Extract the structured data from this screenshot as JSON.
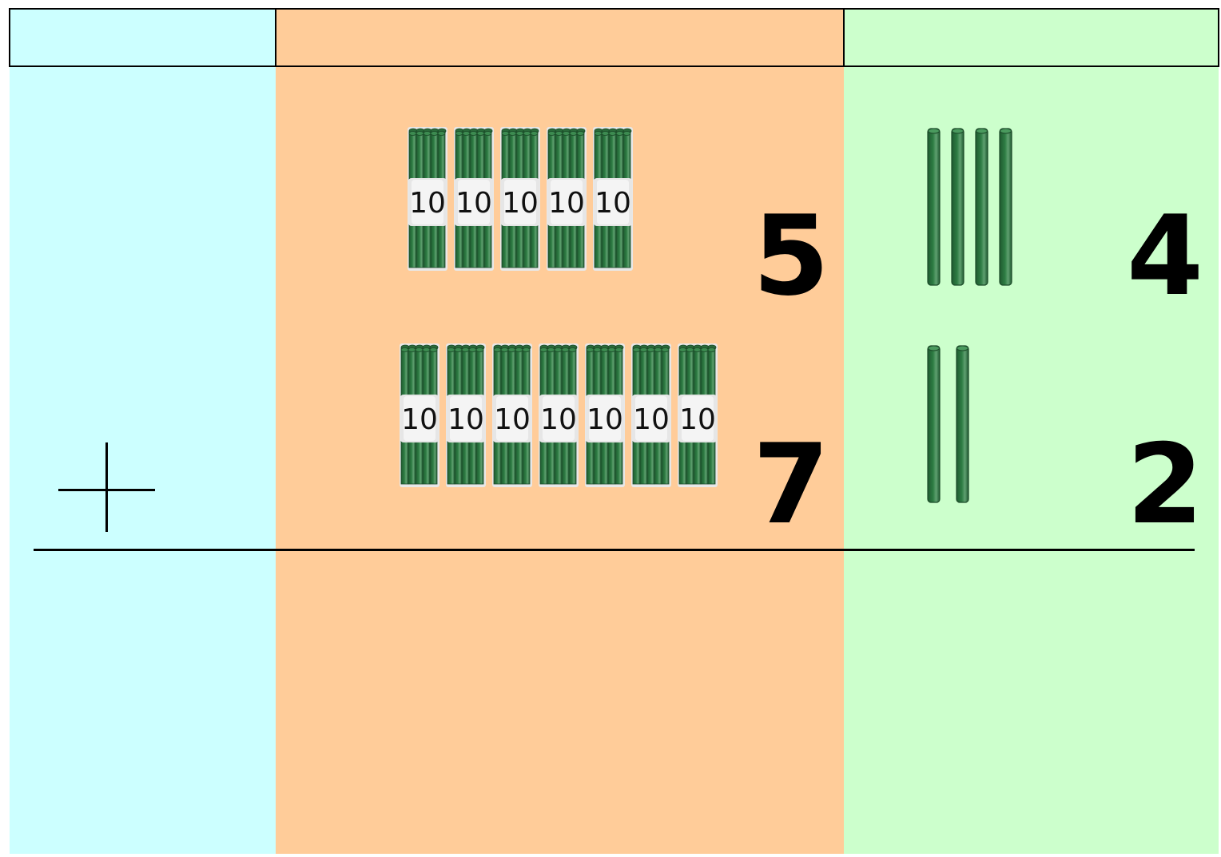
{
  "columns": [
    {
      "key": "operator",
      "header": "",
      "color": "#ccffff"
    },
    {
      "key": "tens",
      "header": "",
      "color": "#ffcc99"
    },
    {
      "key": "ones",
      "header": "",
      "color": "#ccffcc"
    }
  ],
  "operator": {
    "symbol": "plus",
    "rule": "sum-line"
  },
  "problem": {
    "rows": [
      {
        "tens_digit": "5",
        "ones_digit": "4",
        "tens_bundles": 5,
        "ones_sticks": 4
      },
      {
        "tens_digit": "7",
        "ones_digit": "2",
        "tens_bundles": 7,
        "ones_sticks": 2
      }
    ]
  },
  "bundle_label": "10",
  "stick_color": "#2e7d44"
}
